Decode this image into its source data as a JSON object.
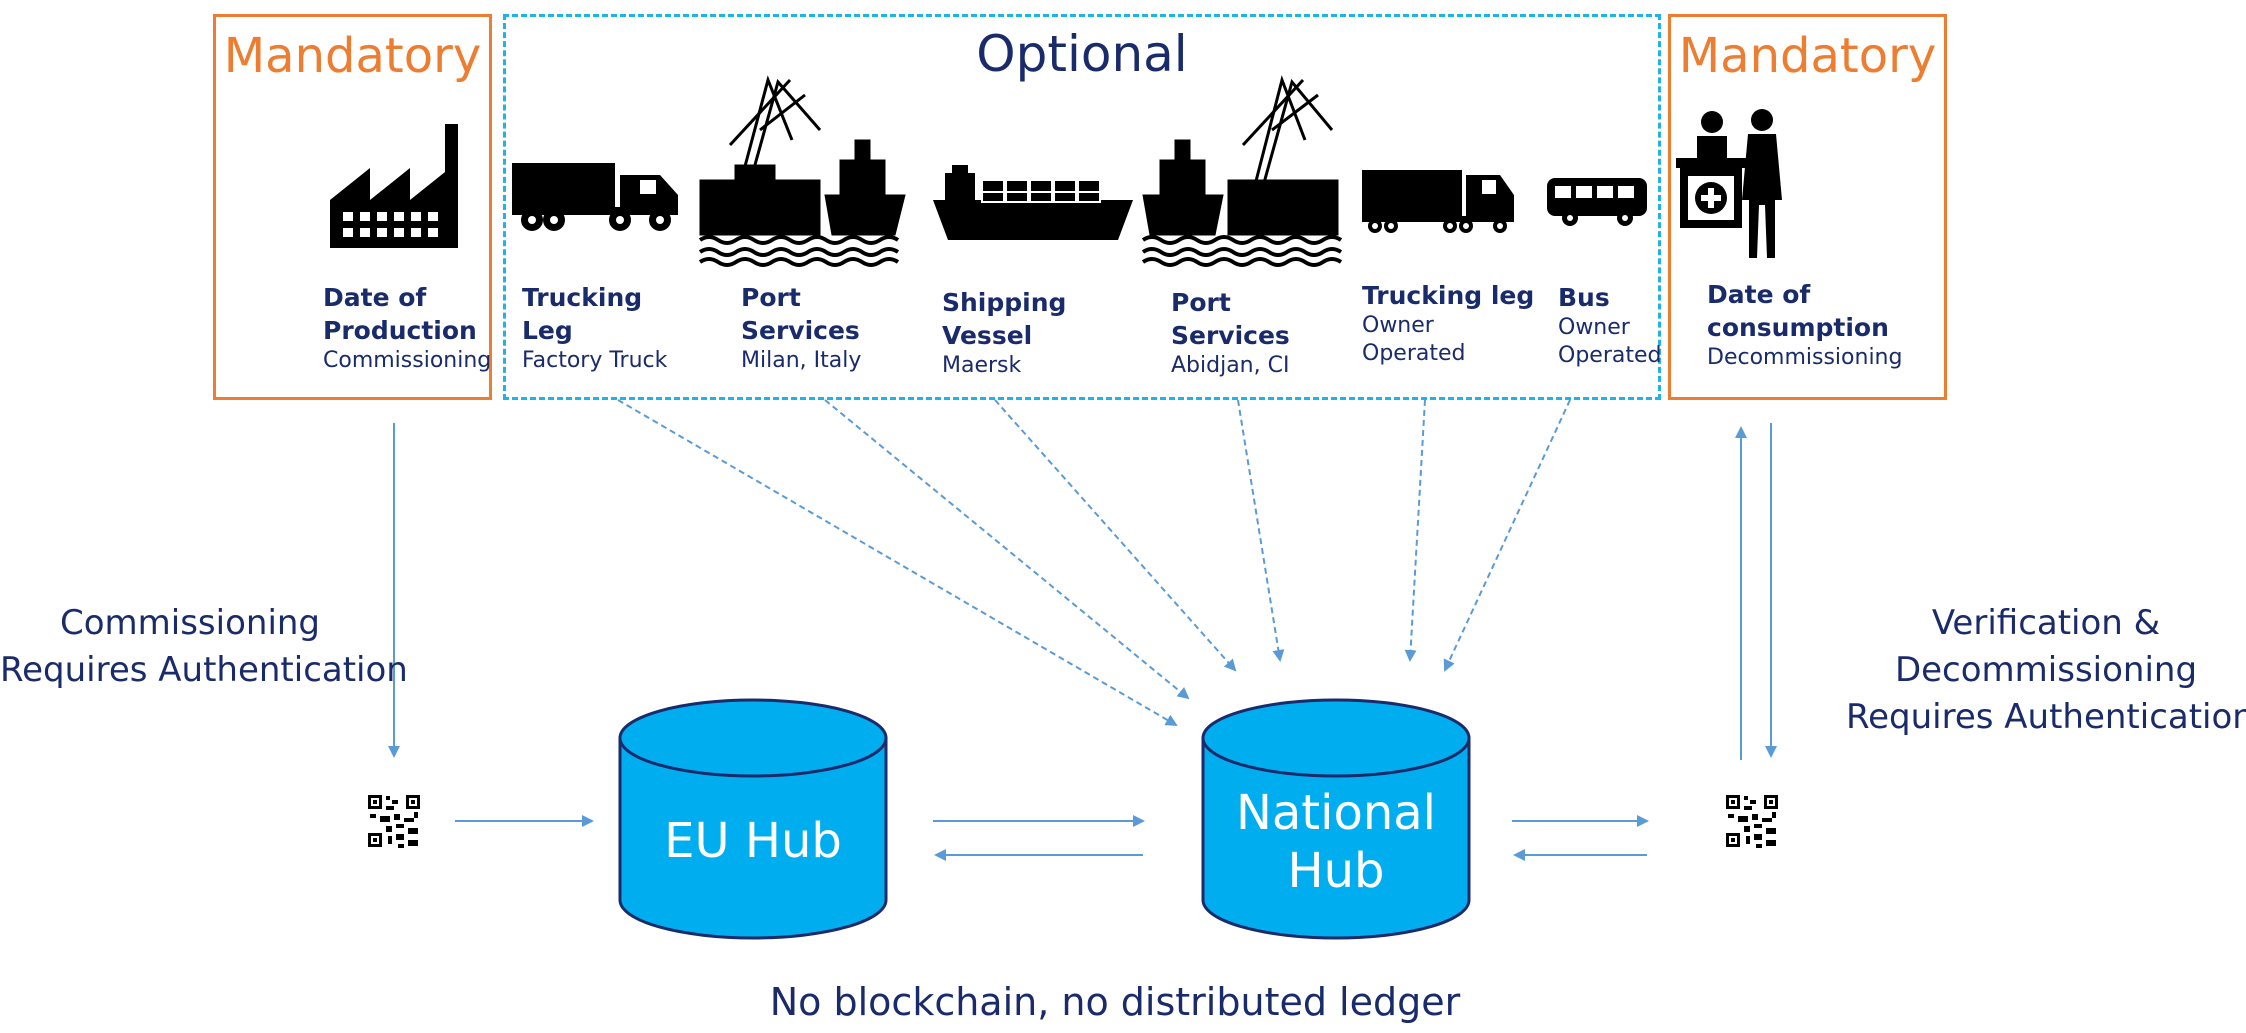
{
  "sections": {
    "left_header": "Mandatory",
    "optional_header": "Optional",
    "right_header": "Mandatory"
  },
  "stages": [
    {
      "title_lines": [
        "Date of",
        "Production"
      ],
      "detail": "Commissioning",
      "icon": "factory-icon"
    },
    {
      "title_lines": [
        "Trucking",
        "Leg"
      ],
      "detail": "Factory Truck",
      "icon": "truck-icon"
    },
    {
      "title_lines": [
        "Port",
        "Services"
      ],
      "detail": "Milan, Italy",
      "icon": "port-crane-ship-icon"
    },
    {
      "title_lines": [
        "Shipping",
        "Vessel"
      ],
      "detail": "Maersk",
      "icon": "container-ship-icon"
    },
    {
      "title_lines": [
        "Port",
        "Services"
      ],
      "detail": "Abidjan, CI",
      "icon": "port-crane-ship-icon"
    },
    {
      "title_lines": [
        "Trucking leg"
      ],
      "detail_lines": [
        "Owner",
        "Operated"
      ],
      "icon": "truck-icon"
    },
    {
      "title_lines": [
        "Bus"
      ],
      "detail_lines": [
        "Owner",
        "Operated"
      ],
      "icon": "bus-icon"
    },
    {
      "title_lines": [
        "Date of",
        "consumption"
      ],
      "detail": "Decommissioning",
      "icon": "pharmacy-counter-icon"
    }
  ],
  "side_notes": {
    "left": [
      "Commissioning",
      "Requires Authentication"
    ],
    "right": [
      "Verification &",
      "Decommissioning",
      "Requires Authentication"
    ]
  },
  "hubs": {
    "eu": "EU Hub",
    "national_lines": [
      "National",
      "Hub"
    ]
  },
  "footer": "No blockchain, no distributed ledger",
  "colors": {
    "mandatory_border": "#ed7d31",
    "optional_border": "#1fb3e8",
    "hub_fill": "#00aeef",
    "arrow": "#5b9bd5",
    "text": "#1a2b6b"
  }
}
